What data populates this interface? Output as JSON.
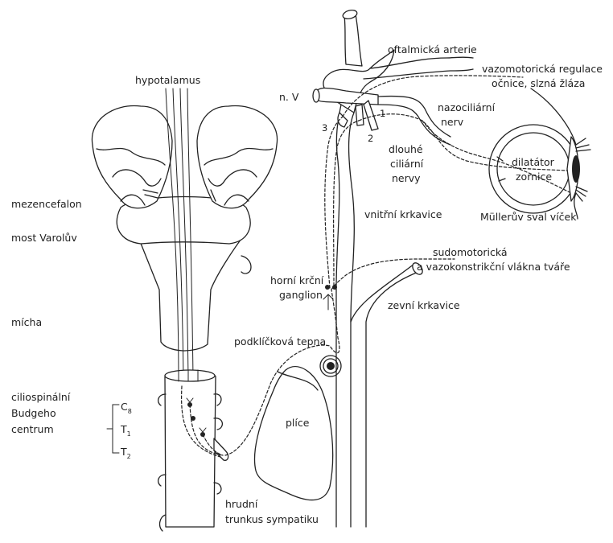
{
  "labels": {
    "hypothalamus": "hypotalamus",
    "mesencephalon": "mezencefalon",
    "pons": "most Varolův",
    "medulla": "mícha",
    "ciliospinal_line1": "ciliospinální",
    "ciliospinal_line2": "Budgeho",
    "ciliospinal_line3": "centrum",
    "segment_c": "C",
    "segment_c_sub": "8",
    "segment_t1": "T",
    "segment_t1_sub": "1",
    "segment_t2": "T",
    "segment_t2_sub": "2",
    "thoracic_trunk_line1": "hrudní",
    "thoracic_trunk_line2": "trunkus sympatiku",
    "lung": "plíce",
    "subclavian": "podklíčková tepna",
    "superior_ganglion_line1": "horní krční",
    "superior_ganglion_line2": "ganglion",
    "internal_carotid": "vnitřní krkavice",
    "external_carotid": "zevní krkavice",
    "sudomotor_line1": "sudomotorická",
    "sudomotor_line2": "a vazokonstrikční vlákna tváře",
    "ophthalmic_artery": "oftalmická arterie",
    "vasomotor_line1": "vazomotorická regulace",
    "vasomotor_line2": "očnice, slzná žláza",
    "trigeminal": "n. V",
    "nasociliary_line1": "nazociliární",
    "nasociliary_line2": "nerv",
    "long_ciliary_line1": "dlouhé",
    "long_ciliary_line2": "ciliární",
    "long_ciliary_line3": "nervy",
    "dilator_line1": "dilatátor",
    "dilator_line2": "zornice",
    "muller": "Müllerův sval víček",
    "num_1": "1",
    "num_2": "2",
    "num_3": "3"
  }
}
